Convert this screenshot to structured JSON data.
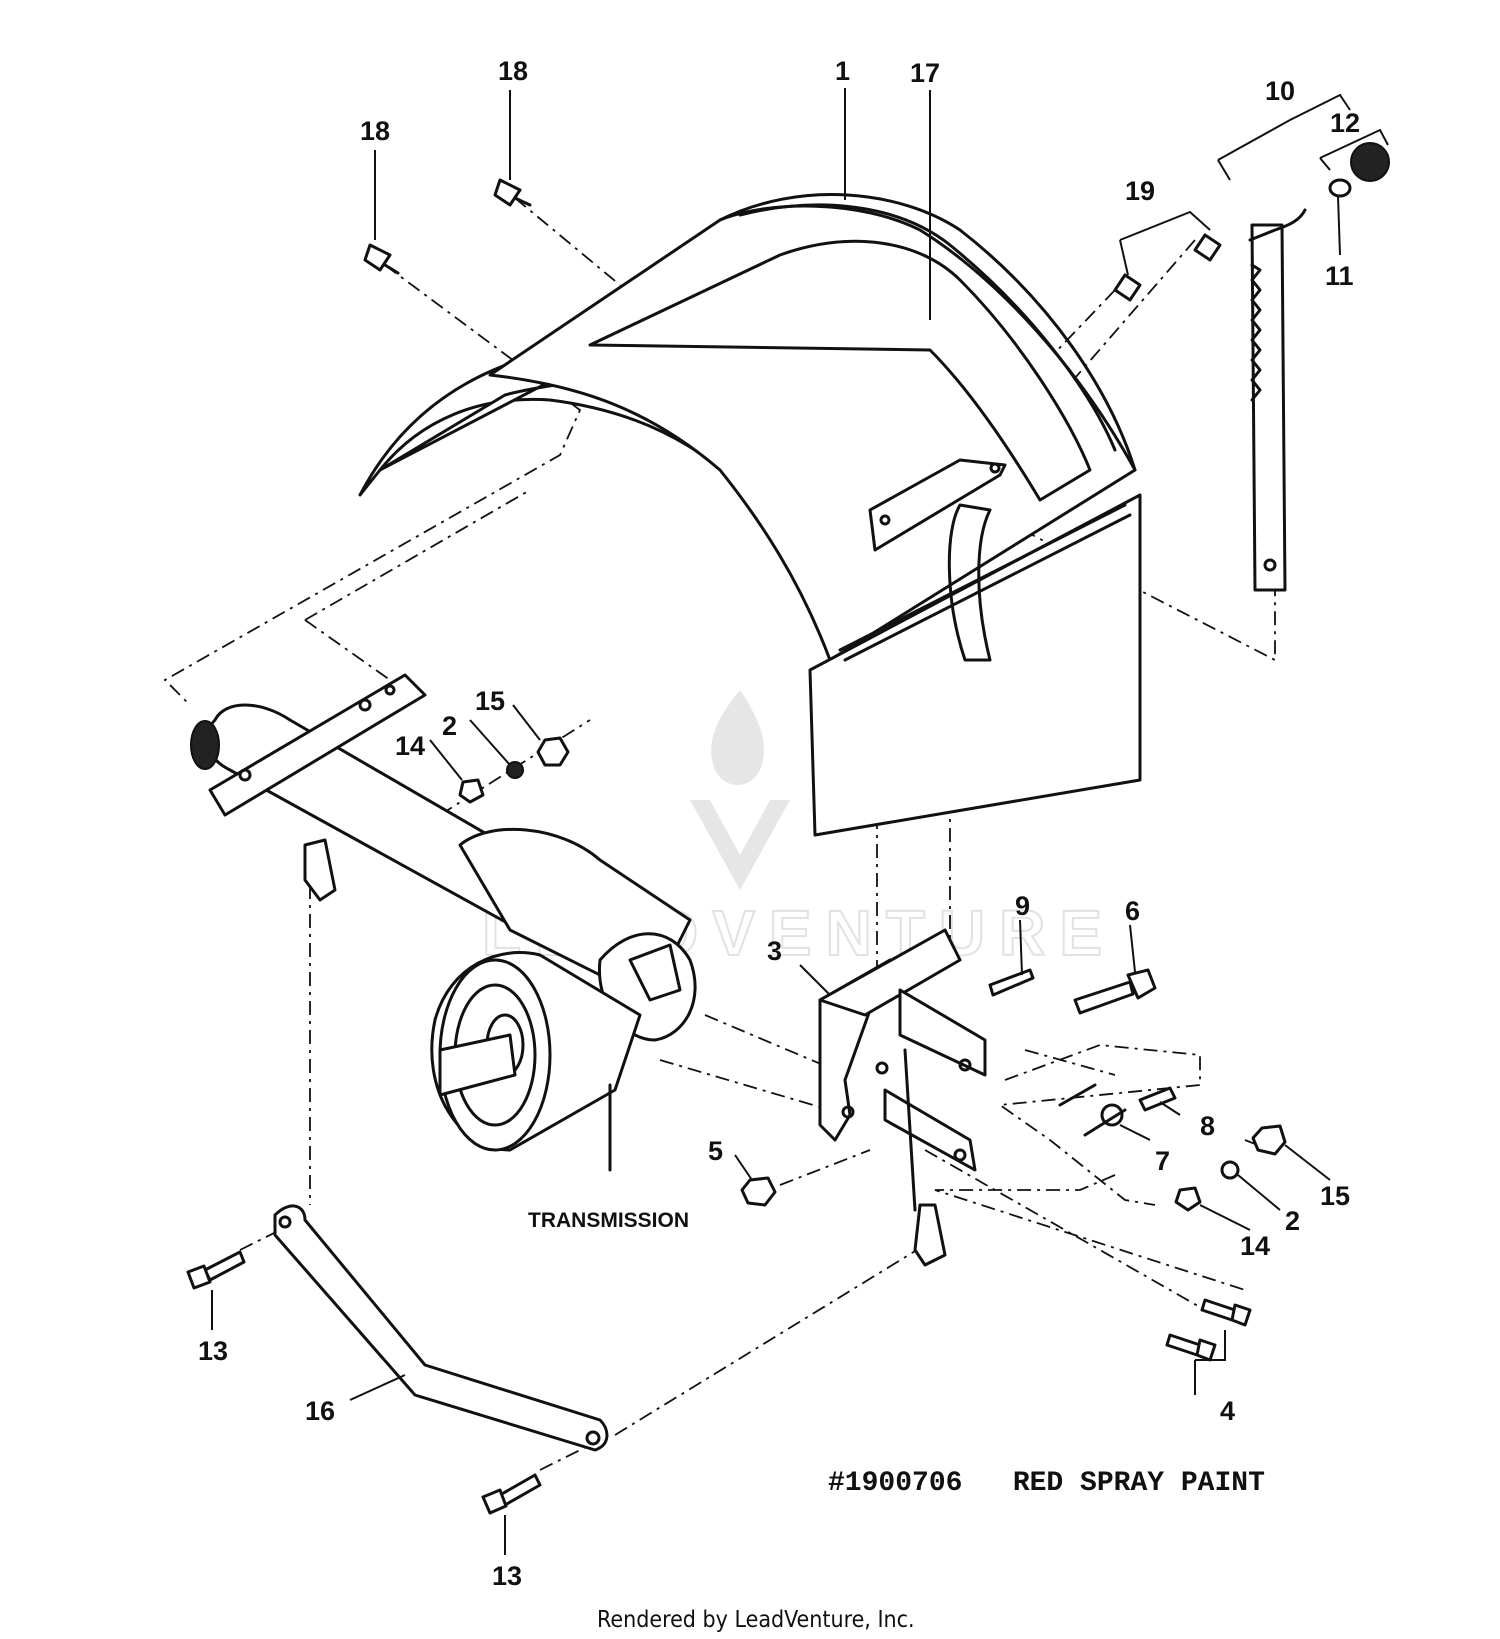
{
  "callouts": [
    {
      "id": "c1",
      "text": "1"
    },
    {
      "id": "c17",
      "text": "17"
    },
    {
      "id": "c18a",
      "text": "18"
    },
    {
      "id": "c18b",
      "text": "18"
    },
    {
      "id": "c19",
      "text": "19"
    },
    {
      "id": "c10",
      "text": "10"
    },
    {
      "id": "c12",
      "text": "12"
    },
    {
      "id": "c11",
      "text": "11"
    },
    {
      "id": "c15a",
      "text": "15"
    },
    {
      "id": "c2a",
      "text": "2"
    },
    {
      "id": "c14a",
      "text": "14"
    },
    {
      "id": "c9",
      "text": "9"
    },
    {
      "id": "c6",
      "text": "6"
    },
    {
      "id": "c3",
      "text": "3"
    },
    {
      "id": "c8",
      "text": "8"
    },
    {
      "id": "c7",
      "text": "7"
    },
    {
      "id": "c5",
      "text": "5"
    },
    {
      "id": "c15b",
      "text": "15"
    },
    {
      "id": "c2b",
      "text": "2"
    },
    {
      "id": "c14b",
      "text": "14"
    },
    {
      "id": "c13a",
      "text": "13"
    },
    {
      "id": "c16",
      "text": "16"
    },
    {
      "id": "c4",
      "text": "4"
    },
    {
      "id": "c13b",
      "text": "13"
    }
  ],
  "labels": {
    "transmission": "TRANSMISSION",
    "paint_note": "#1900706   RED SPRAY PAINT",
    "footer": "Rendered by LeadVenture, Inc.",
    "watermark": "LEADVENTURE"
  }
}
